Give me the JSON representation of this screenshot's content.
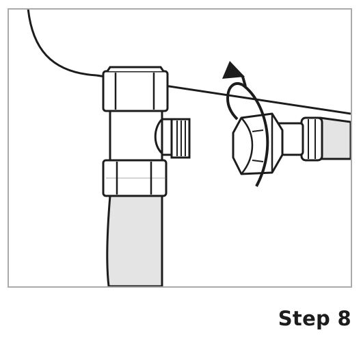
{
  "step": {
    "label": "Step 8"
  },
  "illustration": {
    "subject": "attach-hose-to-t-valve-illustration",
    "rotation_direction": "clockwise"
  },
  "colors": {
    "frame_border": "#a9a9a9",
    "outline": "#1c1c1c",
    "hose_gray": "#e4e4e4",
    "fitting_white": "#ffffff",
    "text": "#1c1c1c"
  }
}
